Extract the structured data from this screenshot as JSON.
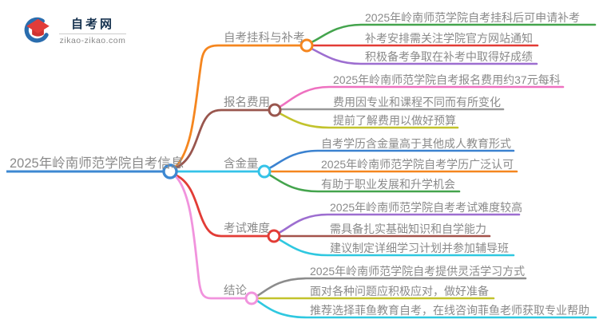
{
  "logo": {
    "title": "自考网",
    "domain": "zikao-zikao.com",
    "icon": "graduation-cap-icon",
    "colors": {
      "crescent_blue": "#2a6dae",
      "cap_red": "#e23c39",
      "title_navy": "#16324f"
    }
  },
  "root": {
    "label": "2025年岭南师范学院自考信息",
    "color": "#3d88d2"
  },
  "branches": [
    {
      "label": "自考挂科与补考",
      "color": "#f5861f",
      "leaves": [
        {
          "text": "2025年岭南师范学院自考挂科后可申请补考",
          "color": "#44a44d"
        },
        {
          "text": "补考安排需关注学院官方网站通知",
          "color": "#e23c36"
        },
        {
          "text": "积极备考争取在补考中取得好成绩",
          "color": "#9d6ed0"
        }
      ]
    },
    {
      "label": "报名费用",
      "color": "#99564e",
      "leaves": [
        {
          "text": "2025年岭南师范学院自考报名费用约37元每科",
          "color": "#ee71c0"
        },
        {
          "text": "费用因专业和课程不同而有所变化",
          "color": "#999999"
        },
        {
          "text": "提前了解费用以做好预算",
          "color": "#c2c32c"
        }
      ]
    },
    {
      "label": "含金量",
      "color": "#35c3e8",
      "leaves": [
        {
          "text": "自考学历含金量高于其他成人教育形式",
          "color": "#3b82d0"
        },
        {
          "text": "2025年岭南师范学院自考学历广泛认可",
          "color": "#f5861f"
        },
        {
          "text": "有助于职业发展和升学机会",
          "color": "#44a44d"
        }
      ]
    },
    {
      "label": "考试难度",
      "color": "#e23c36",
      "leaves": [
        {
          "text": "2025年岭南师范学院自考考试难度较高",
          "color": "#9d6ed0"
        },
        {
          "text": "需具备扎实基础知识和自学能力",
          "color": "#a3524a"
        },
        {
          "text": "建议制定详细学习计划并参加辅导班",
          "color": "#2fc8e0"
        }
      ]
    },
    {
      "label": "结论",
      "color": "#f193dd",
      "leaves": [
        {
          "text": "2025年岭南师范学院自考提供灵活学习方式",
          "color": "#8c8c8c"
        },
        {
          "text": "面对各种问题应积极应对，做好准备",
          "color": "#c2c32c"
        },
        {
          "text": "推荐选择菲鱼教育自考，在线咨询菲鱼老师获取专业帮助",
          "color": "#2fc8e0"
        }
      ]
    }
  ]
}
